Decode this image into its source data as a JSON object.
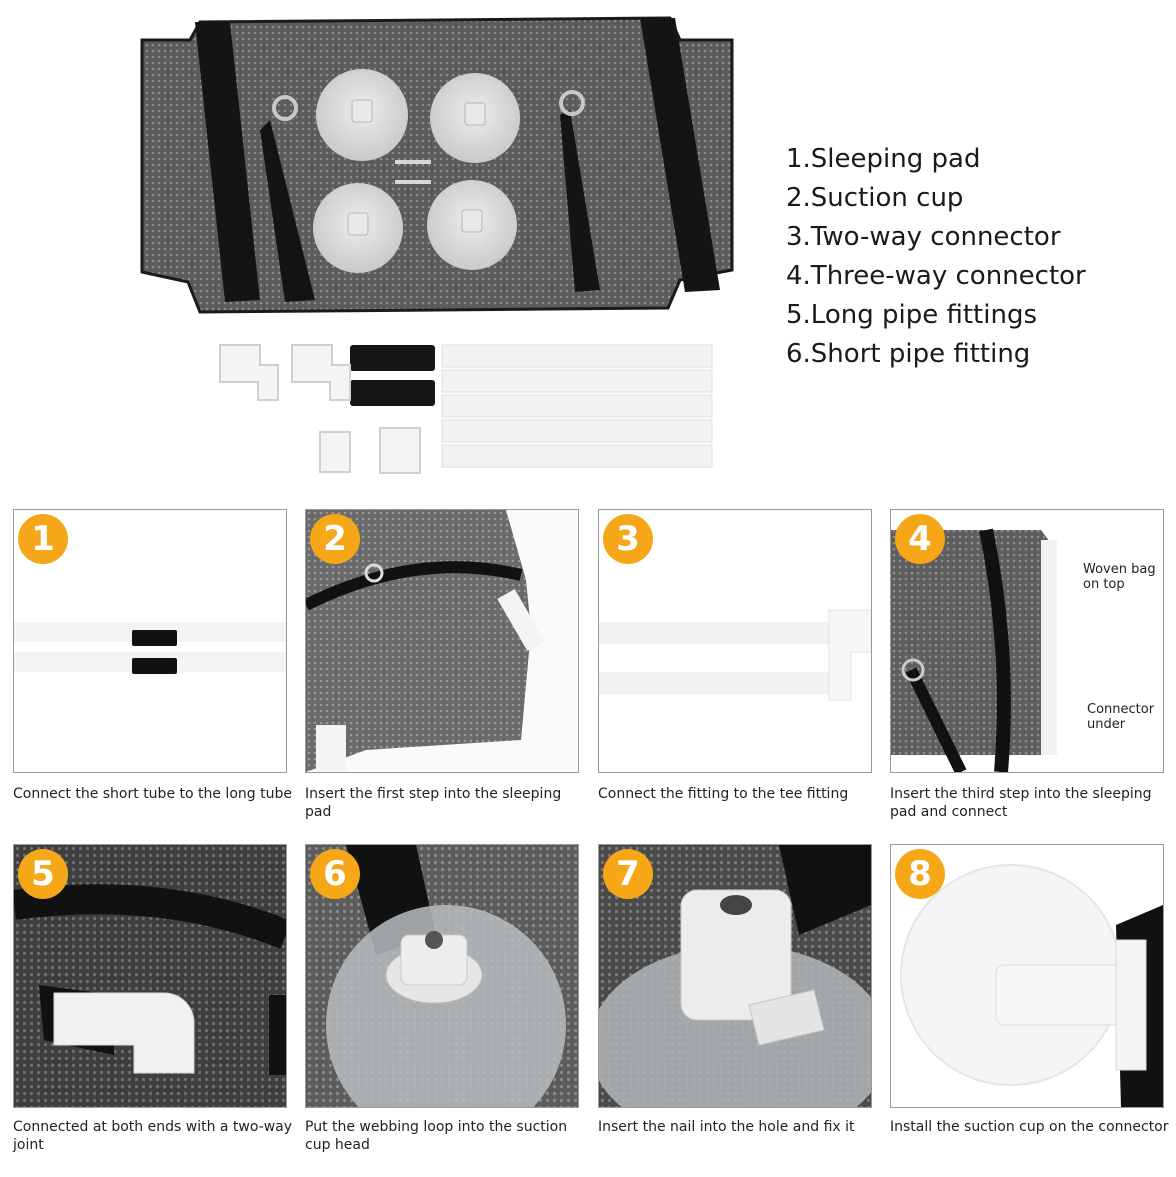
{
  "parts": [
    "1.Sleeping pad",
    "2.Suction cup",
    "3.Two-way connector",
    "4.Three-way connector",
    "5.Long pipe fittings",
    "6.Short pipe fitting"
  ],
  "steps": [
    {
      "number": "1",
      "caption": "Connect the short tube to the long tube"
    },
    {
      "number": "2",
      "caption": "Insert the first step into the sleeping pad"
    },
    {
      "number": "3",
      "caption": "Connect the fitting to the tee fitting"
    },
    {
      "number": "4",
      "caption": "Insert the third step into the sleeping pad and connect",
      "annotations": {
        "top": "Woven bag on top",
        "bottom": "Connector under"
      }
    },
    {
      "number": "5",
      "caption": "Connected at both ends with a two-way joint"
    },
    {
      "number": "6",
      "caption": "Put the webbing loop into the suction cup head"
    },
    {
      "number": "7",
      "caption": "Insert the nail into the hole and fix it"
    },
    {
      "number": "8",
      "caption": "Install the suction cup on the connector"
    }
  ],
  "colors": {
    "badge": "#f5a718",
    "mesh": "#5a5a5a",
    "strap": "#111111"
  }
}
